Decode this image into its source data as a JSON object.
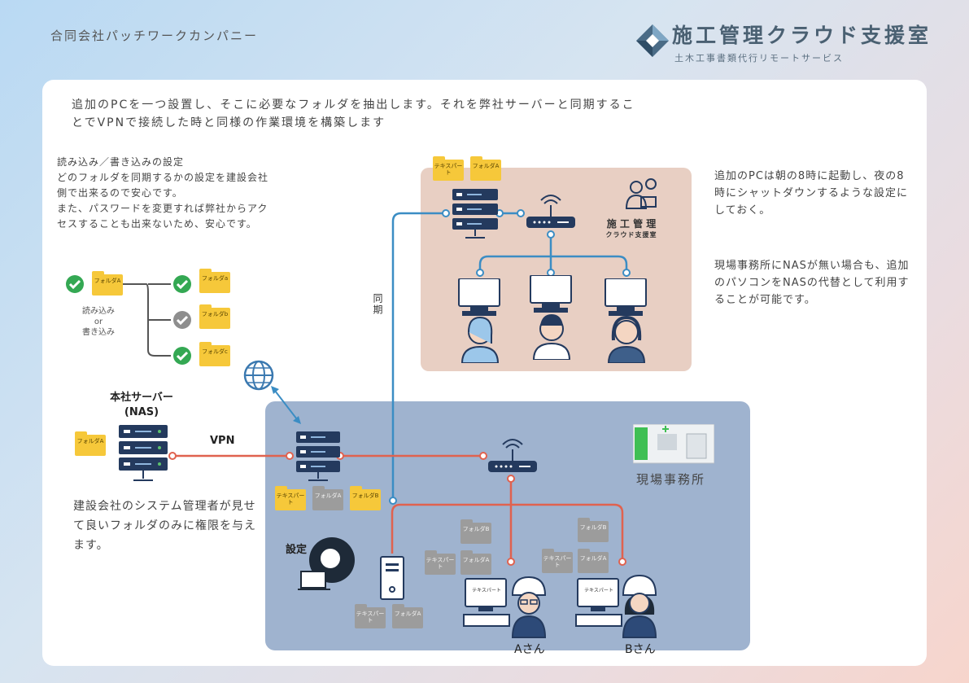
{
  "header": {
    "company": "合同会社パッチワークカンパニー",
    "brand_title": "施工管理クラウド支援室",
    "brand_subtitle": "土木工事書類代行リモートサービス"
  },
  "intro_text": "追加のPCを一つ設置し、そこに必要なフォルダを抽出します。それを弊社サーバーと同期することでVPNで接続した時と同様の作業環境を構築します",
  "left_note": "読み込み／書き込みの設定\nどのフォルダを同期するかの設定を建設会社側で出来るので安心です。\nまた、パスワードを変更すれば弊社からアクセスすることも出来ないため、安心です。",
  "right_note_1": "追加のPCは朝の8時に起動し、夜の8時にシャットダウンするような設定にしておく。",
  "right_note_2": "現場事務所にNASが無い場合も、追加のパソコンをNASの代替として利用することが可能です。",
  "permission_note": "建設会社のシステム管理者が見せて良いフォルダのみに権限を与えます。",
  "hq": {
    "title_line1": "本社サーバー",
    "title_line2": "(NAS)"
  },
  "labels": {
    "vpn": "VPN",
    "sync": "同期",
    "settei": "設定",
    "site_office": "現場事務所",
    "user_a": "Aさん",
    "user_b": "Bさん",
    "rw_line1": "読み込み",
    "rw_line2": "or",
    "rw_line3": "書き込み",
    "office_title": "施 工 管 理",
    "office_sub": "クラウド支援室"
  },
  "folders": {
    "text_part": "テキスパート",
    "folder_a": "フォルダA",
    "folder_b": "フォルダB",
    "folder_a_lower": "フォルダa",
    "folder_b_lower": "フォルダb",
    "folder_c_lower": "フォルダc",
    "screen_text": "テキスパート"
  },
  "colors": {
    "panel_cloud": "#e8cfc3",
    "panel_site": "#9fb3cf",
    "server_dark": "#243a5e",
    "line_blue": "#3b8dc4",
    "line_red": "#e0624f",
    "check_green": "#34a853",
    "check_gray": "#8e8e8e",
    "folder_yellow": "#f6c83a",
    "folder_gray": "#9c9c9c"
  }
}
